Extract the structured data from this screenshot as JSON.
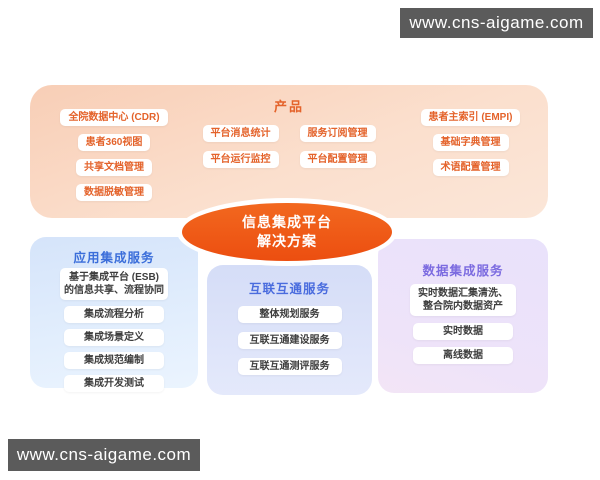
{
  "watermark": {
    "text": "www.cns-aigame.com"
  },
  "center": {
    "line1": "信息集成平台",
    "line2": "解决方案"
  },
  "products": {
    "title": "产品",
    "col1": [
      "全院数据中心 (CDR)",
      "患者360视图",
      "共享文档管理",
      "数据脱敏管理"
    ],
    "col2": [
      "平台消息统计",
      "平台运行监控"
    ],
    "col3": [
      "服务订阅管理",
      "平台配置管理"
    ],
    "col4": [
      "患者主索引 (EMPI)",
      "基础字典管理",
      "术语配置管理"
    ]
  },
  "app_integration": {
    "title": "应用集成服务",
    "items": [
      "基于集成平台 (ESB)\n的信息共享、流程协同",
      "集成流程分析",
      "集成场景定义",
      "集成规范编制",
      "集成开发测试"
    ]
  },
  "interconnect": {
    "title": "互联互通服务",
    "items": [
      "整体规划服务",
      "互联互通建设服务",
      "互联互通测评服务"
    ]
  },
  "data_integration": {
    "title": "数据集成服务",
    "items": [
      "实时数据汇集清洗、\n整合院内数据资产",
      "实时数据",
      "离线数据"
    ]
  },
  "colors": {
    "accent_orange": "#e4632b",
    "ellipse_orange": "#ee5312",
    "header_blue": "#3b6eda",
    "header_indigo": "#4a6cde",
    "header_purple": "#7c6be0",
    "watermark_bg": "#5b5b5b"
  }
}
